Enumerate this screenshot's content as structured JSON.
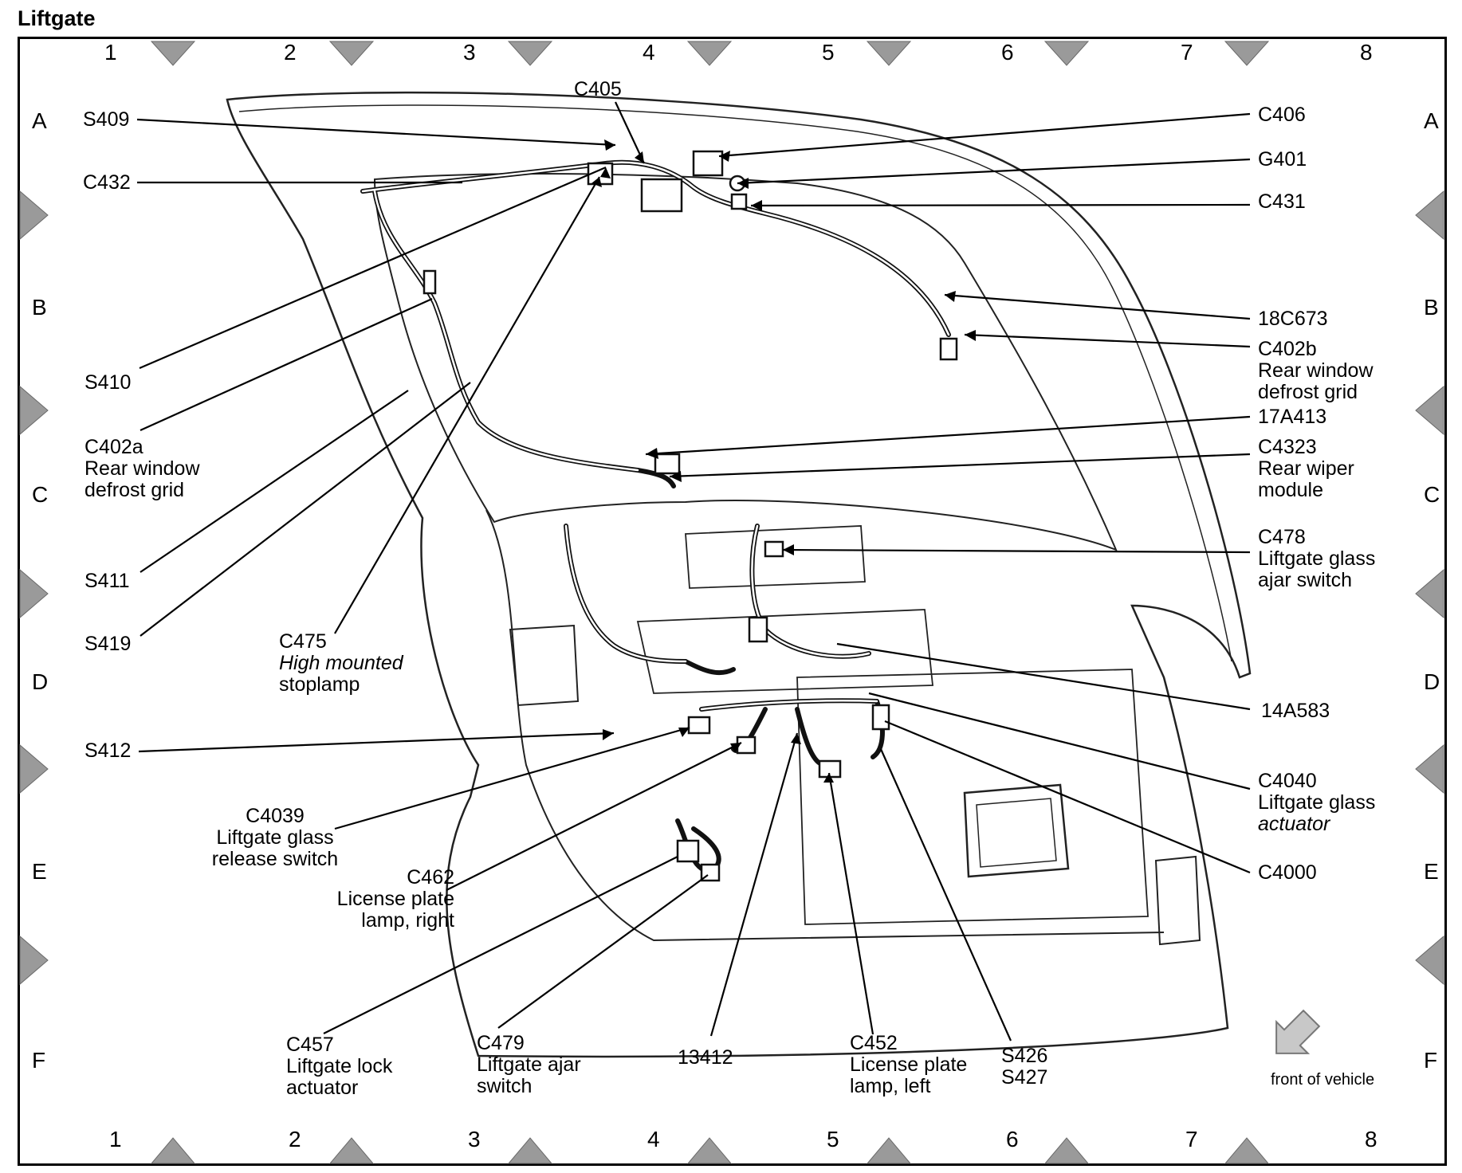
{
  "title": "Liftgate",
  "grid": {
    "columns": [
      "1",
      "2",
      "3",
      "4",
      "5",
      "6",
      "7",
      "8"
    ],
    "rows": [
      "A",
      "B",
      "C",
      "D",
      "E",
      "F"
    ]
  },
  "labels": {
    "c405": "C405",
    "s409": "S409",
    "c432": "C432",
    "c406": "C406",
    "g401": "G401",
    "c431": "C431",
    "l18c673": "18C673",
    "c402b": {
      "code": "C402b",
      "l1": "Rear window",
      "l2": "defrost grid"
    },
    "l17a413": "17A413",
    "c4323": {
      "code": "C4323",
      "l1": "Rear wiper",
      "l2": "module"
    },
    "s410": "S410",
    "c402a": {
      "code": "C402a",
      "l1": "Rear window",
      "l2": "defrost grid"
    },
    "s411": "S411",
    "s419": "S419",
    "c475": {
      "code": "C475",
      "l1": "High mounted",
      "l2": "stoplamp"
    },
    "c478": {
      "code": "C478",
      "l1": "Liftgate glass",
      "l2": "ajar switch"
    },
    "l14a583": "14A583",
    "s412": "S412",
    "c4040": {
      "code": "C4040",
      "l1": "Liftgate glass",
      "l2": "actuator"
    },
    "c4039": {
      "code": "C4039",
      "l1": "Liftgate glass",
      "l2": "release switch"
    },
    "c4000": "C4000",
    "c462": {
      "code": "C462",
      "l1": "License plate",
      "l2": "lamp, right"
    },
    "c457": {
      "code": "C457",
      "l1": "Liftgate lock",
      "l2": "actuator"
    },
    "c479": {
      "code": "C479",
      "l1": "Liftgate ajar",
      "l2": "switch"
    },
    "l13412": "13412",
    "c452": {
      "code": "C452",
      "l1": "License plate",
      "l2": "lamp, left"
    },
    "s426": {
      "l1": "S426",
      "l2": "S427"
    }
  },
  "front_of_vehicle": "front of vehicle",
  "icons": {
    "front_arrow": "arrow-down-left-icon"
  }
}
